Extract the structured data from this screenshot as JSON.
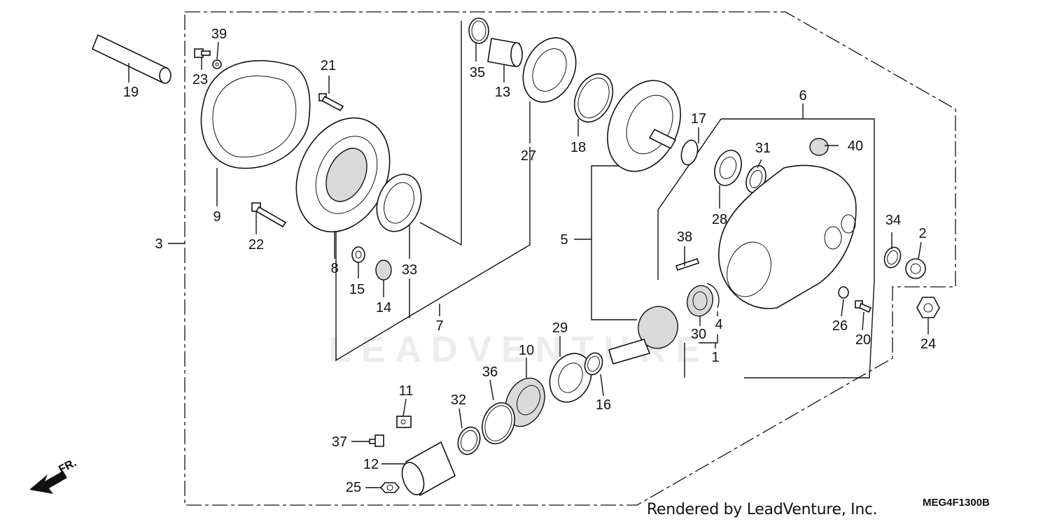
{
  "callouts": [
    "1",
    "2",
    "3",
    "4",
    "5",
    "6",
    "7",
    "8",
    "9",
    "10",
    "11",
    "12",
    "13",
    "14",
    "15",
    "16",
    "17",
    "18",
    "19",
    "20",
    "21",
    "22",
    "23",
    "24",
    "25",
    "26",
    "27",
    "28",
    "29",
    "30",
    "31",
    "32",
    "33",
    "34",
    "35",
    "36",
    "37",
    "38",
    "39",
    "40"
  ],
  "front_indicator": "FR.",
  "watermark": "LEADVENTURE",
  "credit": "Rendered by LeadVenture, Inc.",
  "diagram_code": "MEG4F1300B",
  "colors": {
    "ink": "#111111",
    "fill": "#ffffff",
    "shade": "#d9d9d9",
    "watermark": "#ececec"
  }
}
